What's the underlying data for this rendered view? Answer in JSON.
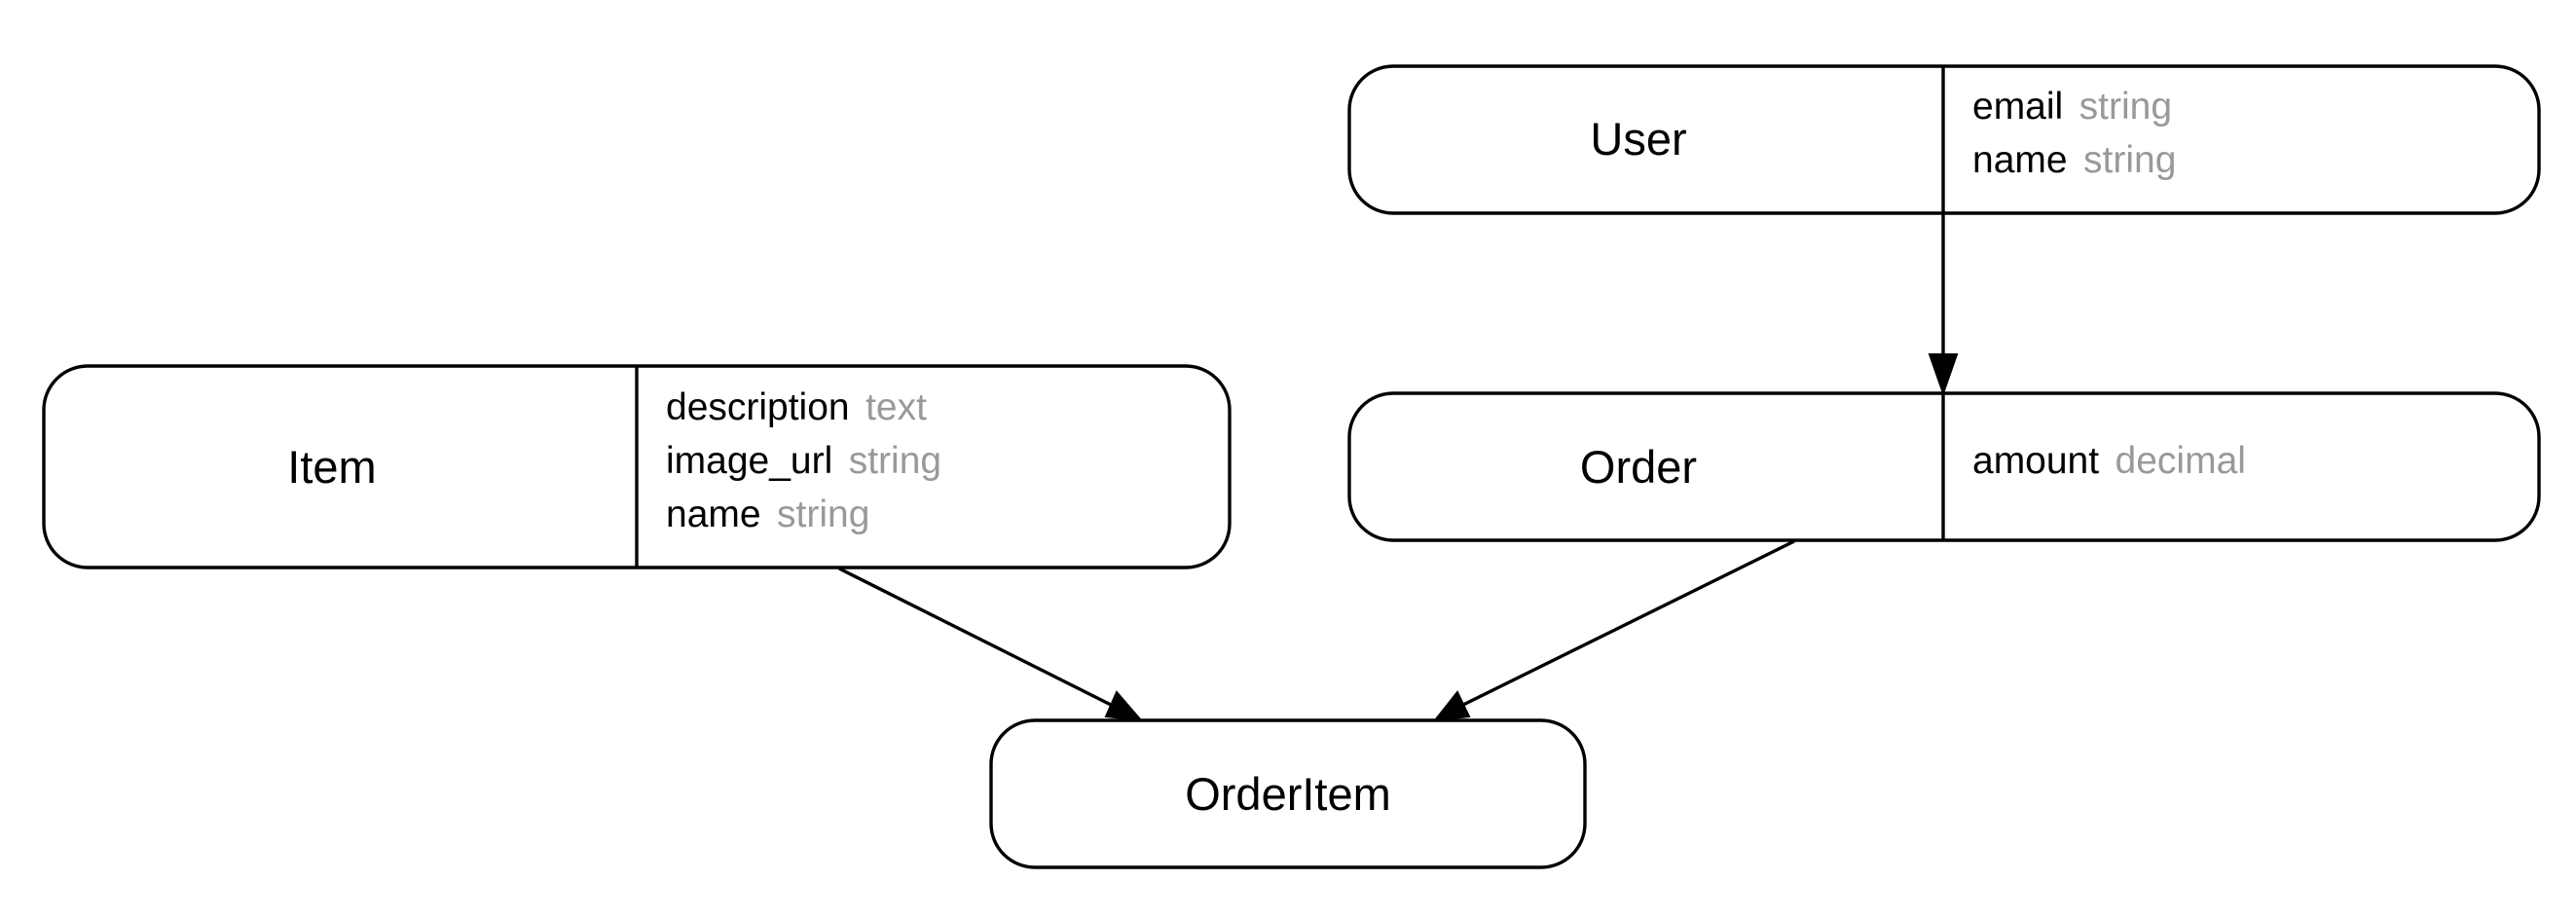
{
  "diagram": {
    "entities": {
      "user": {
        "name": "User",
        "attributes": [
          {
            "name": "email",
            "type": "string"
          },
          {
            "name": "name",
            "type": "string"
          }
        ]
      },
      "item": {
        "name": "Item",
        "attributes": [
          {
            "name": "description",
            "type": "text"
          },
          {
            "name": "image_url",
            "type": "string"
          },
          {
            "name": "name",
            "type": "string"
          }
        ]
      },
      "order": {
        "name": "Order",
        "attributes": [
          {
            "name": "amount",
            "type": "decimal"
          }
        ]
      },
      "order_item": {
        "name": "OrderItem",
        "attributes": []
      }
    },
    "relationships": [
      {
        "from": "User",
        "to": "Order"
      },
      {
        "from": "Item",
        "to": "OrderItem"
      },
      {
        "from": "Order",
        "to": "OrderItem"
      }
    ]
  }
}
